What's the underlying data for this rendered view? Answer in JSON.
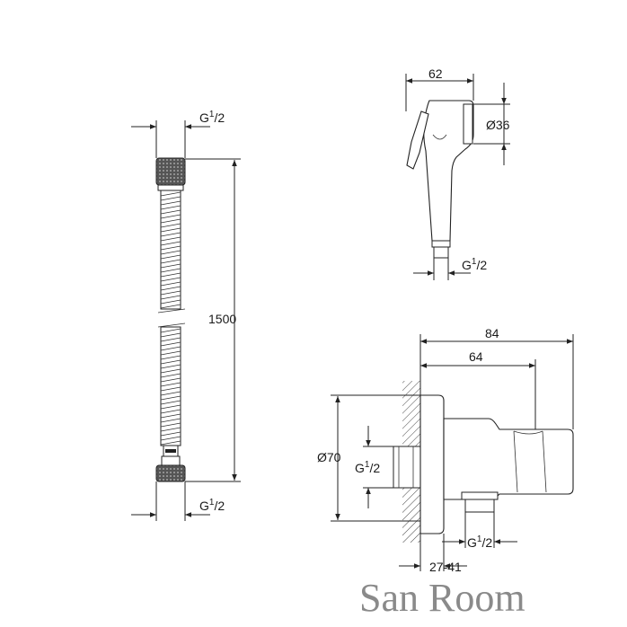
{
  "hose": {
    "top_thread": "G",
    "top_thread_num": "1",
    "top_thread_den": "/2",
    "length": "1500",
    "bottom_thread": "G",
    "bottom_thread_num": "1",
    "bottom_thread_den": "/2"
  },
  "handshower": {
    "width": "62",
    "diameter": "Ø36",
    "thread": "G",
    "thread_num": "1",
    "thread_den": "/2"
  },
  "wall_elbow": {
    "overall_depth": "84",
    "body_depth": "64",
    "diameter": "Ø70",
    "inlet_thread": "G",
    "inlet_thread_num": "1",
    "inlet_thread_den": "/2",
    "outlet_thread": "G",
    "outlet_thread_num": "1",
    "outlet_thread_den": "/2",
    "wall_range": "27-41"
  },
  "watermark": "San Room",
  "colors": {
    "line": "#222222",
    "watermark": "#8a8a8a"
  }
}
